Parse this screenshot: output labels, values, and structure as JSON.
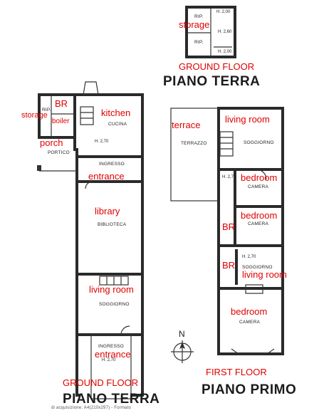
{
  "plan_titles": {
    "ground_top_italian": "PIANO TERRA",
    "ground_top_english": "GROUND FLOOR",
    "ground_bottom_italian": "PIANO TERRA",
    "ground_bottom_english": "GROUND FLOOR",
    "first_italian": "PIANO PRIMO",
    "first_english": "FIRST FLOOR"
  },
  "north_label": "N",
  "annex": {
    "rooms": [
      {
        "it": "RIP.",
        "en": "storage",
        "h": "H. 2,00"
      },
      {
        "it": "RIP.",
        "en": "",
        "h": "H. 2,60"
      },
      {
        "it": "",
        "en": "",
        "h": "H. 2,00"
      }
    ]
  },
  "ground_floor": {
    "rooms": [
      {
        "it": "RIP.",
        "en": "storage"
      },
      {
        "it": "",
        "en": "BR"
      },
      {
        "it": "",
        "en": "boiler"
      },
      {
        "it": "CUCINA",
        "en": "kitchen",
        "h": "H. 2,70"
      },
      {
        "it": "PORTICO",
        "en": "porch"
      },
      {
        "it": "INGRESSO",
        "en": "entrance"
      },
      {
        "it": "BIBLIOTECA",
        "en": "library"
      },
      {
        "it": "SOGGIORNO",
        "en": "living room"
      },
      {
        "it": "INGRESSO",
        "en": "entrance",
        "h": "H. 2,70"
      }
    ]
  },
  "first_floor": {
    "rooms": [
      {
        "it": "TERRAZZO",
        "en": "terrace"
      },
      {
        "it": "SOGGIORNO",
        "en": "living room"
      },
      {
        "it": "CAMERA",
        "en": "bedroom",
        "h": "H. 2,70"
      },
      {
        "it": "CAMERA",
        "en": "bedroom"
      },
      {
        "it": "",
        "en": "BR"
      },
      {
        "it": "SOGGIORNO",
        "en": "living room",
        "h": "H. 2,70"
      },
      {
        "it": "",
        "en": "BR"
      },
      {
        "it": "CAMERA",
        "en": "bedroom"
      }
    ]
  },
  "footer_text": "di acquisizione: A4(210x297) - Formato",
  "colors": {
    "annotation": "#e00000",
    "walls": "#2a2a2a"
  }
}
